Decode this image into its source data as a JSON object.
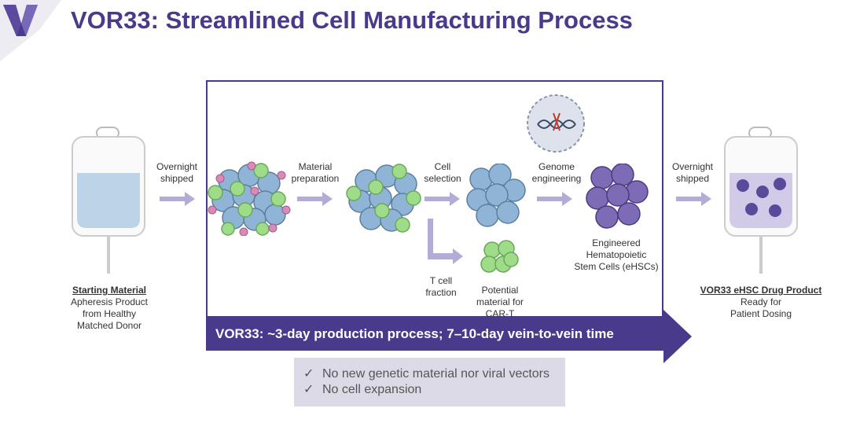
{
  "title": "VOR33: Streamlined Cell Manufacturing Process",
  "colors": {
    "brand_purple": "#4a3a8c",
    "arrow_lavender": "#b3acd6",
    "cell_blue": "#8fb4d6",
    "cell_green": "#9fdc8a",
    "cell_pink": "#d98ab8",
    "engineered_purple": "#7d6bb5",
    "notes_background": "#dddae8"
  },
  "steps": {
    "starting_material": {
      "heading": "Starting Material",
      "lines": [
        "Apheresis Product",
        "from Healthy",
        "Matched Donor"
      ]
    },
    "shipped_in": [
      "Overnight",
      "shipped"
    ],
    "material_preparation": [
      "Material",
      "preparation"
    ],
    "cell_selection": [
      "Cell",
      "selection"
    ],
    "genome_engineering": [
      "Genome",
      "engineering"
    ],
    "t_cell_fraction": [
      "T cell",
      "fraction"
    ],
    "potential_material": [
      "Potential",
      "material for",
      "CAR-T"
    ],
    "engineered_cells": [
      "Engineered",
      "Hematopoietic",
      "Stem Cells (eHSCs)"
    ],
    "shipped_out": [
      "Overnight",
      "shipped"
    ],
    "drug_product": {
      "heading": "VOR33 eHSC Drug Product",
      "lines": [
        "Ready for",
        "Patient Dosing"
      ]
    }
  },
  "banner": "VOR33: ~3-day production process; 7–10-day vein-to-vein time",
  "notes": [
    {
      "icon": "check-icon",
      "mark": "✓",
      "text": "No new genetic material nor viral vectors"
    },
    {
      "icon": "check-icon",
      "mark": "✓",
      "text": "No cell expansion"
    }
  ],
  "icons": [
    "vor-logo-icon",
    "iv-bag-icon",
    "cell-cluster-icon",
    "dna-scissors-icon",
    "arrow-icon",
    "check-icon"
  ]
}
